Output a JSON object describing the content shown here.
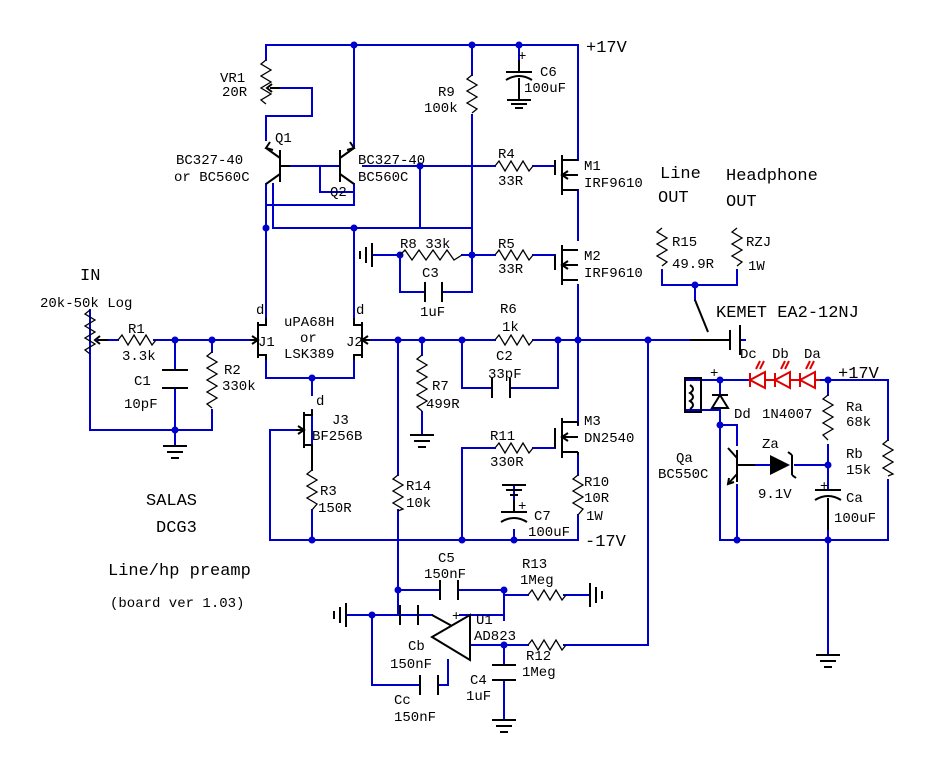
{
  "rails": {
    "pos": "+17V",
    "neg": "-17V",
    "pos_small": "+17V"
  },
  "title": {
    "author": "SALAS",
    "model": "DCG3",
    "desc": "Line/hp preamp",
    "rev": "(board ver 1.03)"
  },
  "input": {
    "label": "IN",
    "pot": "20k-50k Log"
  },
  "outputs": {
    "line1": "Line",
    "line2": "OUT",
    "hp1": "Headphone",
    "hp2": "OUT"
  },
  "relay": "KEMET EA2-12NJ",
  "labels": {
    "VR1": "VR1",
    "VR1v": "20R",
    "Q1": "Q1",
    "Q1t": "BC327-40",
    "Q1t2": "or BC560C",
    "Q2": "Q2",
    "Q2t": "BC327-40",
    "Q2t2": "BC560C",
    "R9": "R9",
    "R9v": "100k",
    "C6": "C6",
    "C6v": "100uF",
    "R4": "R4",
    "R4v": "33R",
    "M1": "M1",
    "M1t": "IRF9610",
    "R8": "R8 33k",
    "R5": "R5",
    "R5v": "33R",
    "M2": "M2",
    "M2t": "IRF9610",
    "C3": "C3",
    "C3v": "1uF",
    "R15": "R15",
    "R15v": "49.9R",
    "RZJ": "RZJ",
    "RZJv": "1W",
    "R1": "R1",
    "R1v": "3.3k",
    "C1": "C1",
    "C1v": "10pF",
    "R2": "R2",
    "R2v": "330k",
    "J1d": "d",
    "J1": "J1",
    "Jt1": "uPA68H",
    "Jt2": "or",
    "Jt3": "LSK389",
    "J2d": "d",
    "J2": "J2",
    "R6": "R6",
    "R6v": "1k",
    "C2": "C2",
    "C2v": "33pF",
    "R7": "R7",
    "R7v": "499R",
    "J3d": "d",
    "J3": "J3",
    "J3t": "BF256B",
    "M3": "M3",
    "M3t": "DN2540",
    "R11": "R11",
    "R11v": "330R",
    "R3": "R3",
    "R3v": "150R",
    "R14": "R14",
    "R14v": "10k",
    "C7": "C7",
    "C7v": "100uF",
    "R10": "R10",
    "R10v": "10R",
    "R10w": "1W",
    "C5": "C5",
    "C5v": "150nF",
    "R13": "R13",
    "R13v": "1Meg",
    "U1": "U1",
    "U1t": "AD823",
    "Cb": "Cb",
    "Cbv": "150nF",
    "R12": "R12",
    "R12v": "1Meg",
    "C4": "C4",
    "C4v": "1uF",
    "Cc": "Cc",
    "Ccv": "150nF",
    "Dc": "Dc",
    "Db": "Db",
    "Da": "Da",
    "Dd": "Dd",
    "Ddt": "1N4007",
    "Ra": "Ra",
    "Rav": "68k",
    "Rb": "Rb",
    "Rbv": "15k",
    "Qa": "Qa",
    "Qat": "BC550C",
    "Za": "Za",
    "Zav": "9.1V",
    "Ca": "Ca",
    "Cav": "100uF",
    "plus": "+"
  },
  "colors": {
    "wire": "#0000cc",
    "led": "#e00000",
    "component": "#000000"
  }
}
